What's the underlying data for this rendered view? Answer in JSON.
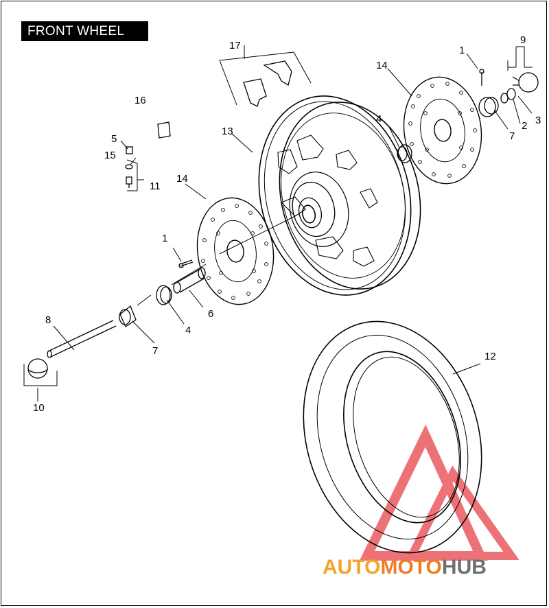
{
  "header": {
    "title": "FRONT WHEEL"
  },
  "callouts": [
    "1",
    "1",
    "2",
    "3",
    "4",
    "4",
    "5",
    "6",
    "7",
    "7",
    "8",
    "9",
    "10",
    "11",
    "12",
    "13",
    "14",
    "14",
    "15",
    "16",
    "17"
  ],
  "watermark": {
    "part1": "AUTO",
    "part2": "MOTO",
    "part3": "HUB",
    "color1": "#f0a52b",
    "color2": "#ef7b22",
    "color3": "#6e6e6e",
    "logo_color": "#e8434a"
  },
  "icons": [
    "triangle-logo-icon"
  ]
}
